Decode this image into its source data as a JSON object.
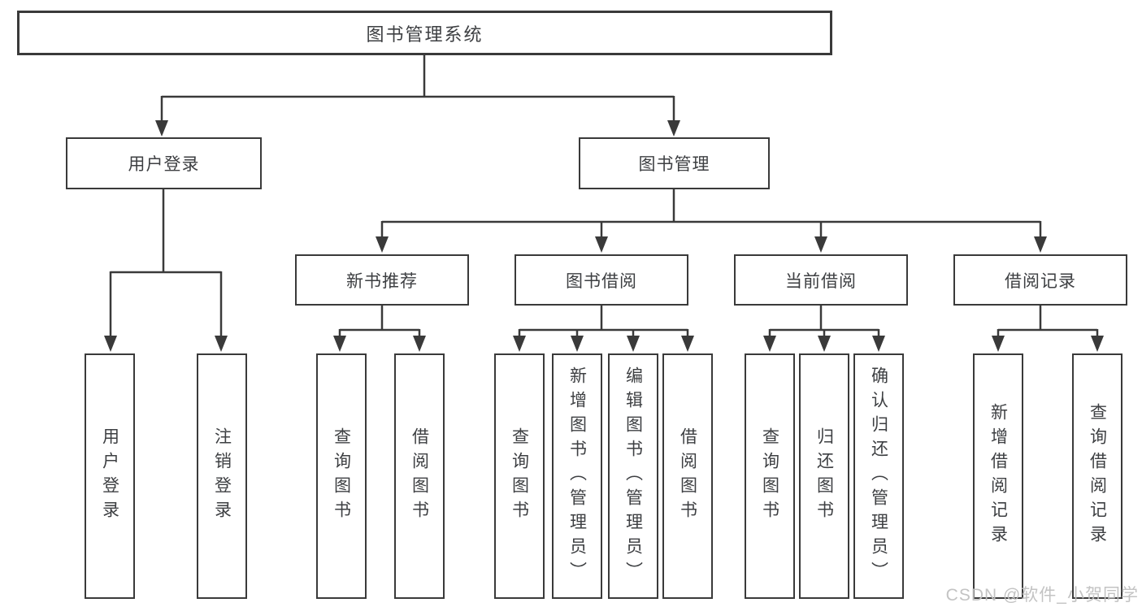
{
  "tree": {
    "root": "图书管理系统",
    "user_login": {
      "label": "用户登录",
      "login": "用户登录",
      "logout": "注销登录"
    },
    "book_mgmt": {
      "label": "图书管理",
      "new_book": {
        "label": "新书推荐",
        "query": "查询图书",
        "borrow": "借阅图书"
      },
      "borrowing": {
        "label": "图书借阅",
        "query": "查询图书",
        "add": "新增图书（管理员）",
        "edit": "编辑图书（管理员）",
        "borrow": "借阅图书"
      },
      "current": {
        "label": "当前借阅",
        "query": "查询图书",
        "return": "归还图书",
        "confirm": "确认归还（管理员）"
      },
      "records": {
        "label": "借阅记录",
        "add": "新增借阅记录",
        "query": "查询借阅记录"
      }
    }
  },
  "watermark": {
    "text": "CSDN @软件_小贺同学"
  },
  "colors": {
    "line": "#3a3a3a",
    "text": "#3d3f42",
    "background": "#ffffff",
    "watermark": "#c0c0c0"
  }
}
